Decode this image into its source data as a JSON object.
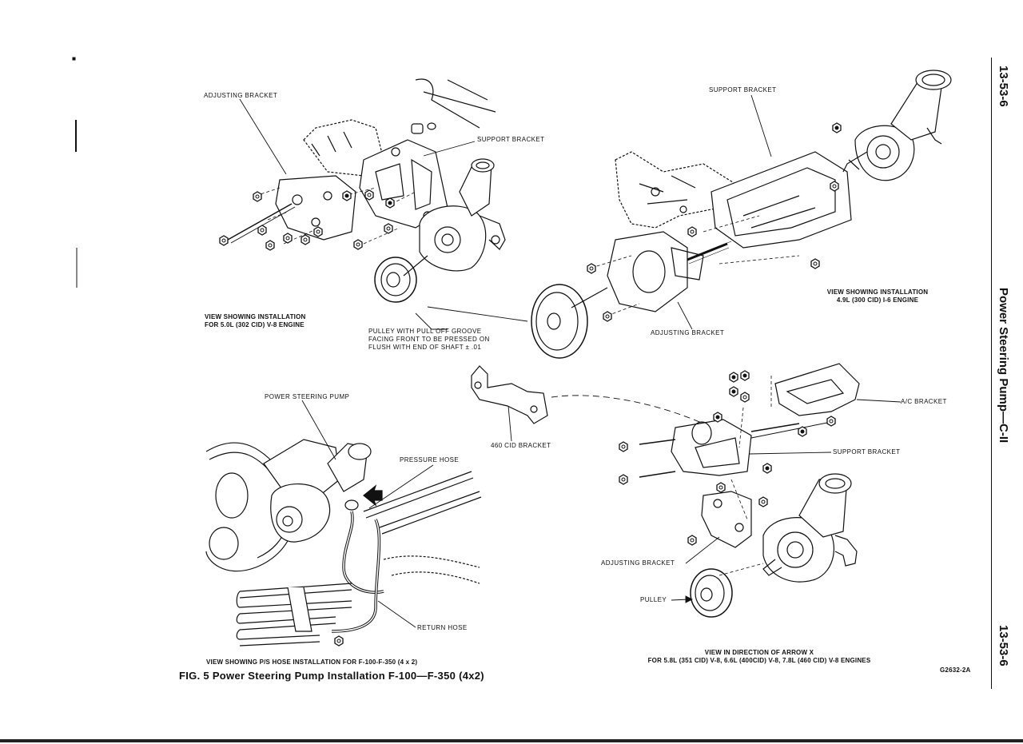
{
  "page": {
    "number_top": "13-53-6",
    "number_bottom": "13-53-6",
    "section_title": "Power Steering Pump—C-II",
    "figure_code": "G2632-2A"
  },
  "figure": {
    "title": "FIG. 5 Power Steering Pump Installation F-100—F-350 (4x2)"
  },
  "views": {
    "top_left": {
      "labels": {
        "adjusting_bracket": "ADJUSTING BRACKET",
        "support_bracket": "SUPPORT BRACKET"
      },
      "caption": [
        "VIEW SHOWING INSTALLATION",
        "FOR 5.0L (302 CID) V-8 ENGINE"
      ]
    },
    "center_note": [
      "PULLEY WITH PULL OFF GROOVE",
      "FACING FRONT TO BE PRESSED ON",
      "FLUSH WITH END OF SHAFT ± .01"
    ],
    "top_right": {
      "labels": {
        "support_bracket": "SUPPORT BRACKET",
        "adjusting_bracket": "ADJUSTING BRACKET"
      },
      "caption": [
        "VIEW SHOWING INSTALLATION",
        "4.9L (300 CID) I-6 ENGINE"
      ]
    },
    "bottom_left": {
      "labels": {
        "power_steering_pump": "POWER STEERING PUMP",
        "pressure_hose": "PRESSURE HOSE",
        "return_hose": "RETURN HOSE"
      },
      "caption": "VIEW SHOWING P/S HOSE INSTALLATION FOR F-100-F-350 (4 x 2)"
    },
    "bottom_right": {
      "labels": {
        "bracket_460": "460 CID BRACKET",
        "ac_bracket": "A/C BRACKET",
        "support_bracket": "SUPPORT BRACKET",
        "adjusting_bracket": "ADJUSTING BRACKET",
        "pulley": "PULLEY"
      },
      "caption": [
        "VIEW IN DIRECTION OF ARROW X",
        "FOR 5.8L (351 CID) V-8, 6.6L (400CID) V-8, 7.8L (460 CID) V-8 ENGINES"
      ]
    }
  }
}
